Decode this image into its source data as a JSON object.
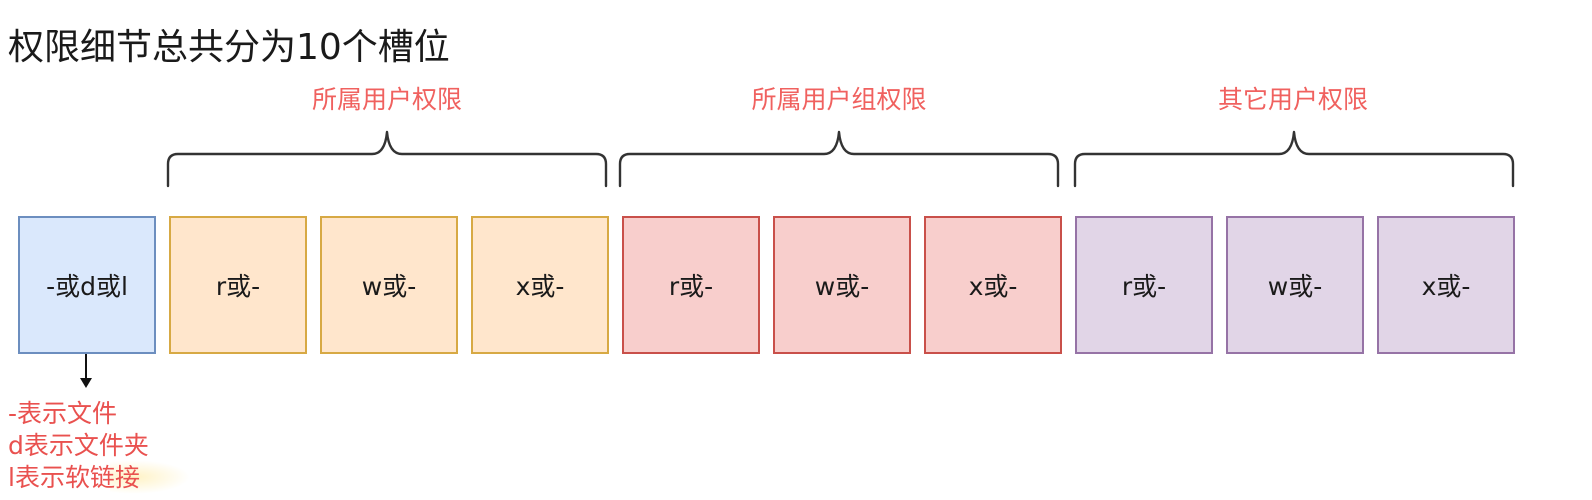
{
  "title": "权限细节总共分为10个槽位",
  "colors": {
    "label_red": "#f0615f",
    "legend_red": "#e9514f",
    "type_fill": "#dae8fc",
    "type_border": "#6c8ebf",
    "owner_fill": "#ffe6cc",
    "owner_border": "#d7a944",
    "group_fill": "#f8cecc",
    "group_border": "#c9504a",
    "other_fill": "#e1d5e7",
    "other_border": "#9673a6"
  },
  "groups": [
    {
      "label": "所属用户权限"
    },
    {
      "label": "所属用户组权限"
    },
    {
      "label": "其它用户权限"
    }
  ],
  "slots": [
    {
      "text": "-或d或l"
    },
    {
      "text": "r或-"
    },
    {
      "text": "w或-"
    },
    {
      "text": "x或-"
    },
    {
      "text": "r或-"
    },
    {
      "text": "w或-"
    },
    {
      "text": "x或-"
    },
    {
      "text": "r或-"
    },
    {
      "text": "w或-"
    },
    {
      "text": "x或-"
    }
  ],
  "legend": [
    "-表示文件",
    "d表示文件夹",
    "l表示软链接"
  ]
}
